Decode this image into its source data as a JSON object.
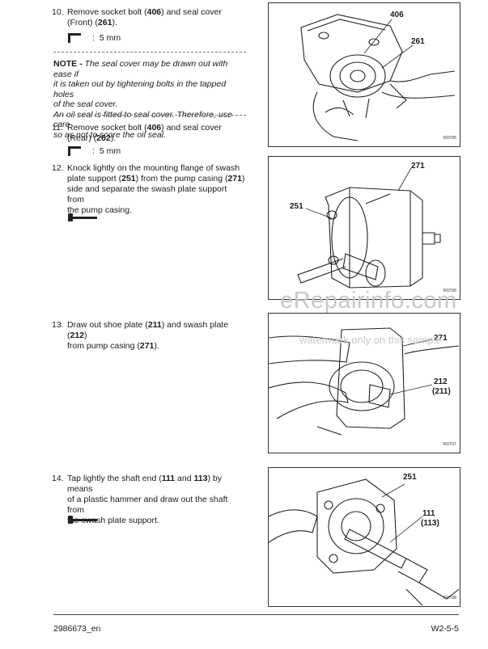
{
  "steps": [
    {
      "num": "10.",
      "pre": "Remove socket bolt (",
      "b1": "406",
      "mid": ") and seal cover (Front) (",
      "b2": "261",
      "post": ")."
    },
    {
      "num": "11.",
      "pre": "Remove socket bolt (",
      "b1": "406",
      "mid": ") and seal cover (Rear) (",
      "b2": "262",
      "post": ")."
    },
    {
      "num": "12.",
      "line1_a": "Knock lightly on the mounting flange of swash",
      "line2_a": "plate support (",
      "line2_b": "251",
      "line2_c": ") from the pump casing (",
      "line2_d": "271",
      "line2_e": ")",
      "line3": "side and separate the swash plate support from",
      "line4": "the pump casing."
    },
    {
      "num": "13.",
      "line1_a": "Draw out shoe plate (",
      "line1_b": "211",
      "line1_c": ") and swash plate (",
      "line1_d": "212",
      "line1_e": ")",
      "line2_a": "from pump casing (",
      "line2_b": "271",
      "line2_c": ")."
    },
    {
      "num": "14.",
      "line1_a": "Tap lightly the shaft end (",
      "line1_b": "111",
      "line1_c": " and ",
      "line1_d": "113",
      "line1_e": ") by means",
      "line2": "of a plastic hammer and draw out the shaft from",
      "line3": "the swash plate support."
    }
  ],
  "tool_size": "5 mm",
  "tool_colon": ":",
  "note": {
    "lead": "NOTE - ",
    "line1": "The seal cover may be drawn out with ease if",
    "line2": "it is taken out by tightening bolts in the tapped holes",
    "line3": "of the seal cover.",
    "line4": "An oil seal is fitted to seal cover. Therefore, use care",
    "line5": "so as not to score the oil seal."
  },
  "figures": [
    {
      "code": "R0705",
      "labels": [
        "406",
        "261"
      ]
    },
    {
      "code": "R0706",
      "labels": [
        "271",
        "251"
      ]
    },
    {
      "code": "R0707",
      "labels": [
        "271",
        "212",
        "(211)"
      ]
    },
    {
      "code": "R0708",
      "labels": [
        "251",
        "111",
        "(113)"
      ]
    }
  ],
  "footer": {
    "left": "2986673_en",
    "right": "W2-5-5"
  },
  "watermark": {
    "main": "eRepairinfo.com",
    "sub": "watermark only on this sample"
  }
}
